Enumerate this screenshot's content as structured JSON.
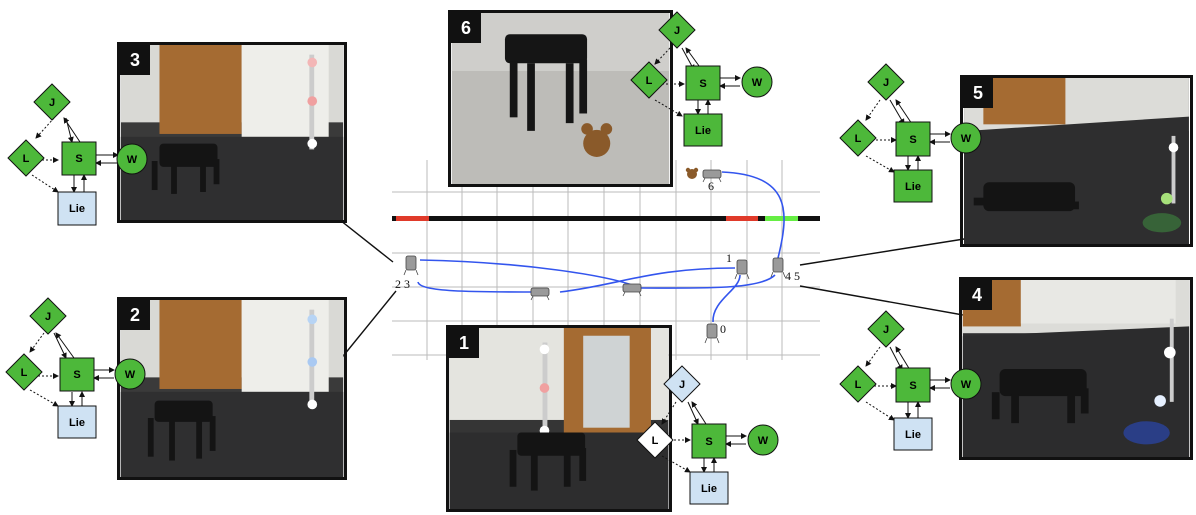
{
  "panels": [
    {
      "id": "1",
      "label": "1"
    },
    {
      "id": "2",
      "label": "2"
    },
    {
      "id": "3",
      "label": "3"
    },
    {
      "id": "4",
      "label": "4"
    },
    {
      "id": "5",
      "label": "5"
    },
    {
      "id": "6",
      "label": "6"
    }
  ],
  "fsm_labels": {
    "J": "J",
    "L": "L",
    "S": "S",
    "W": "W",
    "Lie": "Lie"
  },
  "trajectory_labels": {
    "p0": "0",
    "p1": "1",
    "p23": "2 3",
    "p45": "4 5",
    "p6": "6"
  },
  "colors": {
    "active_green": "#4db83a",
    "inactive_blue": "#cfe2f3",
    "inactive_white": "#ffffff",
    "path_blue": "#3355ee",
    "bar_red": "#e03a2a",
    "bar_green": "#66ee44",
    "bar_black": "#111111"
  }
}
